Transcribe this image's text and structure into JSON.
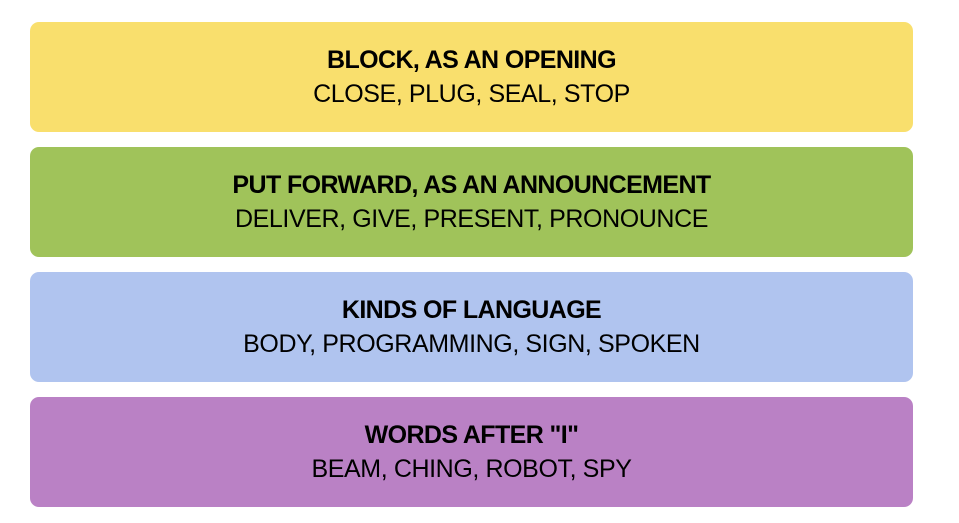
{
  "page": {
    "background_color": "#ffffff",
    "text_color": "#000000"
  },
  "board": {
    "categories": [
      {
        "name": "yellow",
        "color": "#F9DF6D",
        "title": "BLOCK, AS AN OPENING",
        "words": "CLOSE, PLUG, SEAL, STOP"
      },
      {
        "name": "green",
        "color": "#A0C35A",
        "title": "PUT FORWARD, AS AN ANNOUNCEMENT",
        "words": "DELIVER, GIVE, PRESENT, PRONOUNCE"
      },
      {
        "name": "blue",
        "color": "#B0C4EF",
        "title": "KINDS OF LANGUAGE",
        "words": "BODY, PROGRAMMING, SIGN, SPOKEN"
      },
      {
        "name": "purple",
        "color": "#BA81C5",
        "title": "WORDS AFTER \"I\"",
        "words": "BEAM, CHING, ROBOT, SPY"
      }
    ]
  }
}
